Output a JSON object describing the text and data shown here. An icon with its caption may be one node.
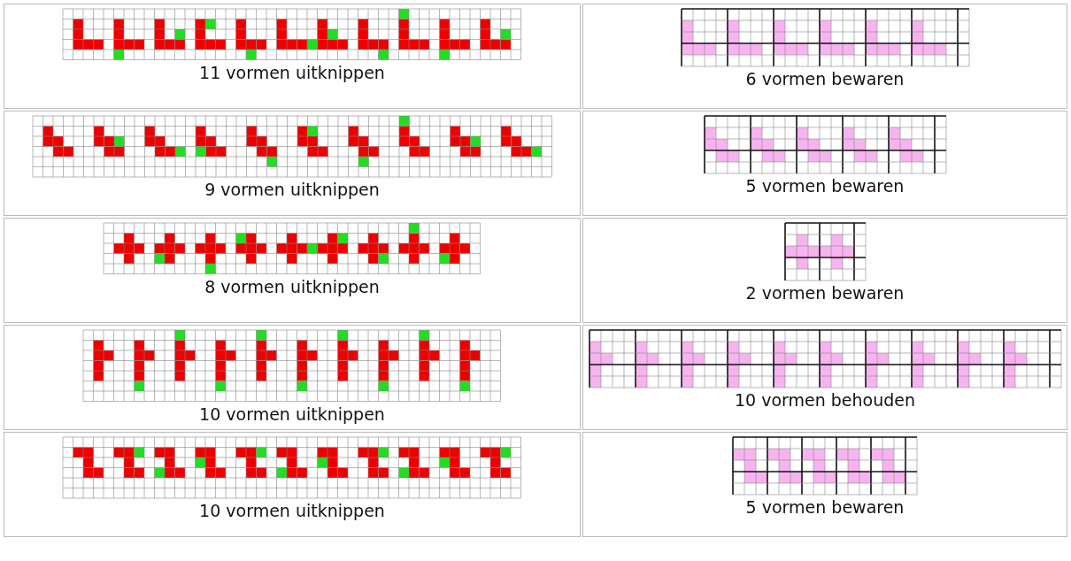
{
  "diagram": {
    "labels": [
      "11 vormen uitknippen",
      "6 vormen bewaren",
      "9 vormen uitknippen",
      "5 vormen bewaren",
      "8 vormen uitknippen",
      "2 vormen bewaren",
      "10 vormen uitknippen",
      "10 vormen behouden",
      "10 vormen uitknippen",
      "5 vormen bewaren"
    ]
  }
}
